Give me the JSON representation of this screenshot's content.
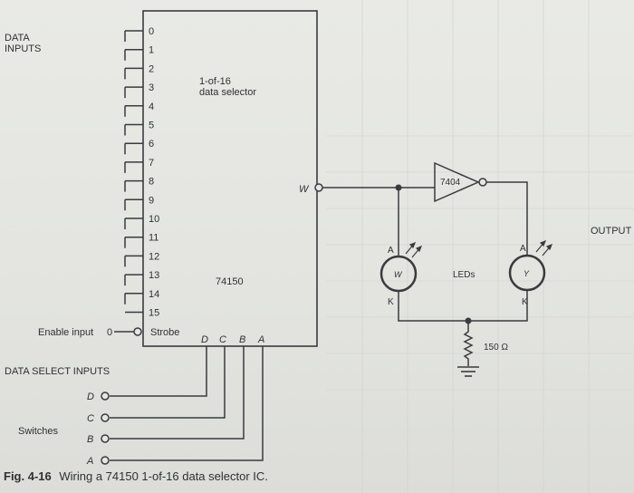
{
  "diagram": {
    "data_inputs_label": [
      "DATA",
      "INPUTS"
    ],
    "input_pins": [
      "0",
      "1",
      "2",
      "3",
      "4",
      "5",
      "6",
      "7",
      "8",
      "9",
      "10",
      "11",
      "12",
      "13",
      "14",
      "15"
    ],
    "chip_title": [
      "1-of-16",
      "data selector"
    ],
    "chip_part": "74150",
    "output_pin": "W",
    "enable_label": "Enable input",
    "enable_value": "0",
    "strobe_label": "Strobe",
    "select_pins": [
      "D",
      "C",
      "B",
      "A"
    ],
    "data_select_label": "DATA SELECT INPUTS",
    "switches_label": "Switches",
    "inverter_label": "7404",
    "output_label": "OUTPUT",
    "led_w": {
      "name": "W",
      "anode": "A",
      "cathode": "K"
    },
    "led_y": {
      "name": "Y",
      "anode": "A",
      "cathode": "K"
    },
    "leds_label": "LEDs",
    "resistor_label": "150 Ω"
  },
  "caption": {
    "number": "Fig. 4-16",
    "text": "Wiring a 74150 1-of-16 data selector IC."
  }
}
